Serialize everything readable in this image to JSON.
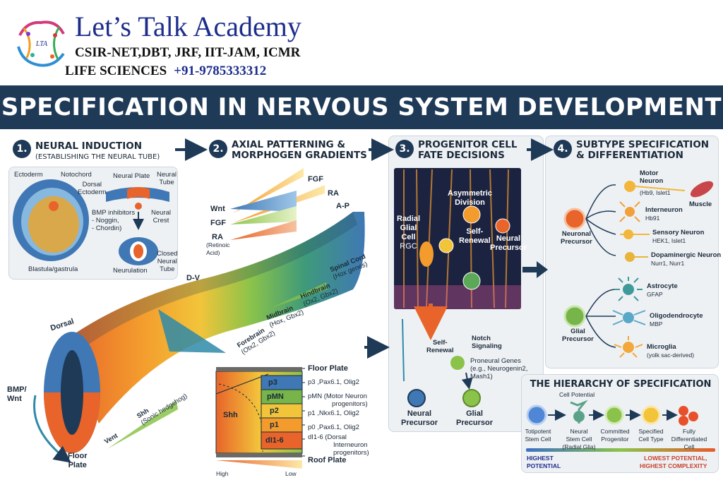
{
  "header": {
    "brand_name": "Let’s Talk Academy",
    "exams": "CSIR-NET,DBT, JRF, IIT-JAM, ICMR",
    "subject": "LIFE SCIENCES",
    "phone": "+91-9785333312",
    "logo_text": "LTA"
  },
  "title": "SPECIFICATION IN NERVOUS SYSTEM DEVELOPMENT",
  "sections": [
    {
      "num": "1.",
      "title": "NEURAL INDUCTION",
      "subtitle": "(ESTABLISHING THE NEURAL TUBE)"
    },
    {
      "num": "2.",
      "title_line1": "AXIAL PATTERNING &",
      "title_line2": "MORPHOGEN GRADIENTS"
    },
    {
      "num": "3.",
      "title_line1": "PROGENITOR CELL",
      "title_line2": "FATE DECISIONS"
    },
    {
      "num": "4.",
      "title_line1": "SUBTYPE SPECIFICATION",
      "title_line2": "& DIFFERENTIATION"
    }
  ],
  "induction": {
    "ectoderm": "Ectoderm",
    "notochord": "Notochord",
    "dorsal_ectoderm_1": "Dorsal",
    "dorsal_ectoderm_2": "Ectoderm",
    "neural_plate": "Neural Plate",
    "neural_tube_1": "Neural",
    "neural_tube_2": "Tube",
    "bmp_inhibitors": "BMP inhibitors",
    "noggin": "- Noggin,",
    "chordin": "- Chordin)",
    "neural_crest_1": "Neural",
    "neural_crest_2": "Crest",
    "closed_tube_1": "Closed",
    "closed_tube_2": "Neural",
    "closed_tube_3": "Tube",
    "blastula": "Blastula/gastrula",
    "neurulation": "Neurulation"
  },
  "axial": {
    "fgf_top": "FGF",
    "ra_top": "RA",
    "wnt": "Wnt",
    "fgf": "FGF",
    "ra": "RA",
    "ra_sub1": "(Retinoic",
    "ra_sub2": "Acid)",
    "ap": "A-P",
    "dv": "D-V",
    "spinal_cord": "Spinal Cord",
    "spinal_cord_sub": "(Hox genes)",
    "hindbrain": "Hindbrain",
    "hindbrain_sub": "(Ox2, Gbx2)",
    "midbrain": "Midbrain",
    "midbrain_sub": "(Hox, Gbx2)",
    "forebrain": "Forebrain",
    "forebrain_sub": "(Otx2, Gbx2)",
    "dorsal": "Dorsal",
    "bmp_wnt_1": "BMP/",
    "bmp_wnt_2": "Wnt",
    "shh": "Shh",
    "shh_sub": "(Sonic hedgehog)",
    "vent": "Vent",
    "floor_plate_1": "Floor",
    "floor_plate_2": "Plate"
  },
  "domains": {
    "floor_plate": "Floor Plate",
    "roof_plate": "Roof Plate",
    "shh": "Shh",
    "high": "High",
    "low": "Low",
    "rows": [
      {
        "band": "p3",
        "name": "p3",
        "markers": ",Pax6.1, Olig2",
        "color": "#3f78b5"
      },
      {
        "band": "pMN",
        "name": "pMN",
        "markers": "(Motor Neuron",
        "markers2": "progenitors)",
        "color": "#77b54a"
      },
      {
        "band": "p2",
        "name": "p1",
        "markers": ",Nkx6.1, Olig2",
        "color": "#f2c43a"
      },
      {
        "band": "p1",
        "name": "p0",
        "markers": ",Pax6.1, Olig2",
        "color": "#f39b2d"
      },
      {
        "band": "dI1-6",
        "name": "dI1-6",
        "markers": "(Dorsal",
        "markers2": "Interneuron",
        "markers3": "progenitors)",
        "color": "#e8642a"
      }
    ]
  },
  "progenitor": {
    "radial_glia_1": "Radial",
    "radial_glia_2": "Glial",
    "radial_glia_3": "Cell",
    "radial_glia_4": "RGC",
    "asym_1": "Asymmetric",
    "asym_2": "Division",
    "self_renewal_1": "Self-",
    "self_renewal_2": "Renewal",
    "neural_precursor_1": "Neural",
    "neural_precursor_2": "Precursor",
    "self_renewal_b1": "Self-",
    "self_renewal_b2": "Renewal",
    "notch_1": "Notch",
    "notch_2": "Signaling",
    "proneural_1": "Proneural Genes",
    "proneural_2": "(e.g., Neurogenin2,",
    "proneural_3": "Mash1)",
    "neural_out_1": "Neural",
    "neural_out_2": "Precursor",
    "glial_out_1": "Glial",
    "glial_out_2": "Precursor"
  },
  "subtype": {
    "neuronal_1": "Neuronal",
    "neuronal_2": "Precursor",
    "glial_1": "Glial",
    "glial_2": "Precursor",
    "muscle": "Muscle",
    "neurons": [
      {
        "name": "Motor",
        "name2": "Neuron",
        "markers": "(Hb9, Islet1",
        "color": "#f2b63a"
      },
      {
        "name": "Interneuron",
        "markers": "Hb91",
        "color": "#f2a03a"
      },
      {
        "name": "Sensory Neuron",
        "markers": "HEK1, Islet1",
        "color": "#f2b63a"
      },
      {
        "name": "Dopaminergic Neuron",
        "markers": "Nurr1, Nurr1",
        "color": "#e8b43a"
      }
    ],
    "glia": [
      {
        "name": "Astrocyte",
        "markers": "GFAP",
        "color": "#3f9a9a"
      },
      {
        "name": "Oligodendrocyte",
        "markers": "MBP",
        "color": "#5aa8c8"
      },
      {
        "name": "Microglia",
        "markers": "(yolk sac-derived)",
        "color": "#f2a83a"
      }
    ]
  },
  "hierarchy": {
    "title": "THE HIERARCHY OF SPECIFICATION",
    "cell_potential": "Cell Potential",
    "stages": [
      {
        "line1": "Totipotent",
        "line2": "Stem Cell",
        "color": "#4f86d6"
      },
      {
        "line1": "Neural",
        "line2": "Stem Cell",
        "line3": "(Radial Glia)",
        "color": "#5aa38a"
      },
      {
        "line1": "Committed",
        "line2": "Progenitor",
        "color": "#8bc34a"
      },
      {
        "line1": "Specified",
        "line2": "Cell Type",
        "color": "#f2c43a"
      },
      {
        "line1": "Fully",
        "line2": "Differentiated",
        "line3": "Cell",
        "color": "#e8502b"
      }
    ],
    "highest_1": "HIGHEST",
    "highest_2": "POTENTIAL",
    "lowest_1": "LOWEST POTENTIAL,",
    "lowest_2": "HIGHEST COMPLEXITY"
  },
  "colors": {
    "navy": "#1f3a57",
    "brand_blue": "#1c2d8c",
    "panel_bg": "#eef1f4",
    "dorsal_blue": "#3f78b5",
    "ventral_orange": "#e8642a"
  }
}
